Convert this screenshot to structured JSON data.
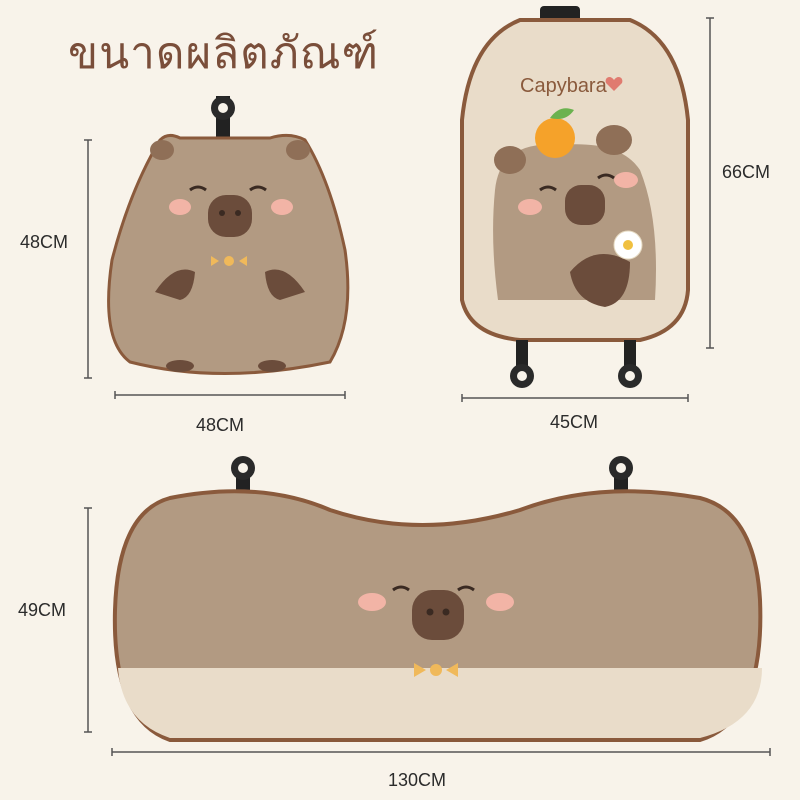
{
  "heading": "ขนาดผลิตภัณฑ์",
  "brand_text": "Capybara",
  "products": {
    "seat_cushion": {
      "height": "48CM",
      "width": "48CM"
    },
    "backrest": {
      "height": "66CM",
      "width": "45CM"
    },
    "rear_bench": {
      "height": "49CM",
      "width": "130CM"
    }
  },
  "colors": {
    "background": "#f8f3ea",
    "fabric": "#b29a82",
    "fabric_light": "#e9dcc9",
    "trim": "#8a5a3c",
    "nose": "#6b4c3b",
    "cheek": "#f2b4a6",
    "bow": "#f0b95a",
    "orange": "#f5a22a"
  }
}
